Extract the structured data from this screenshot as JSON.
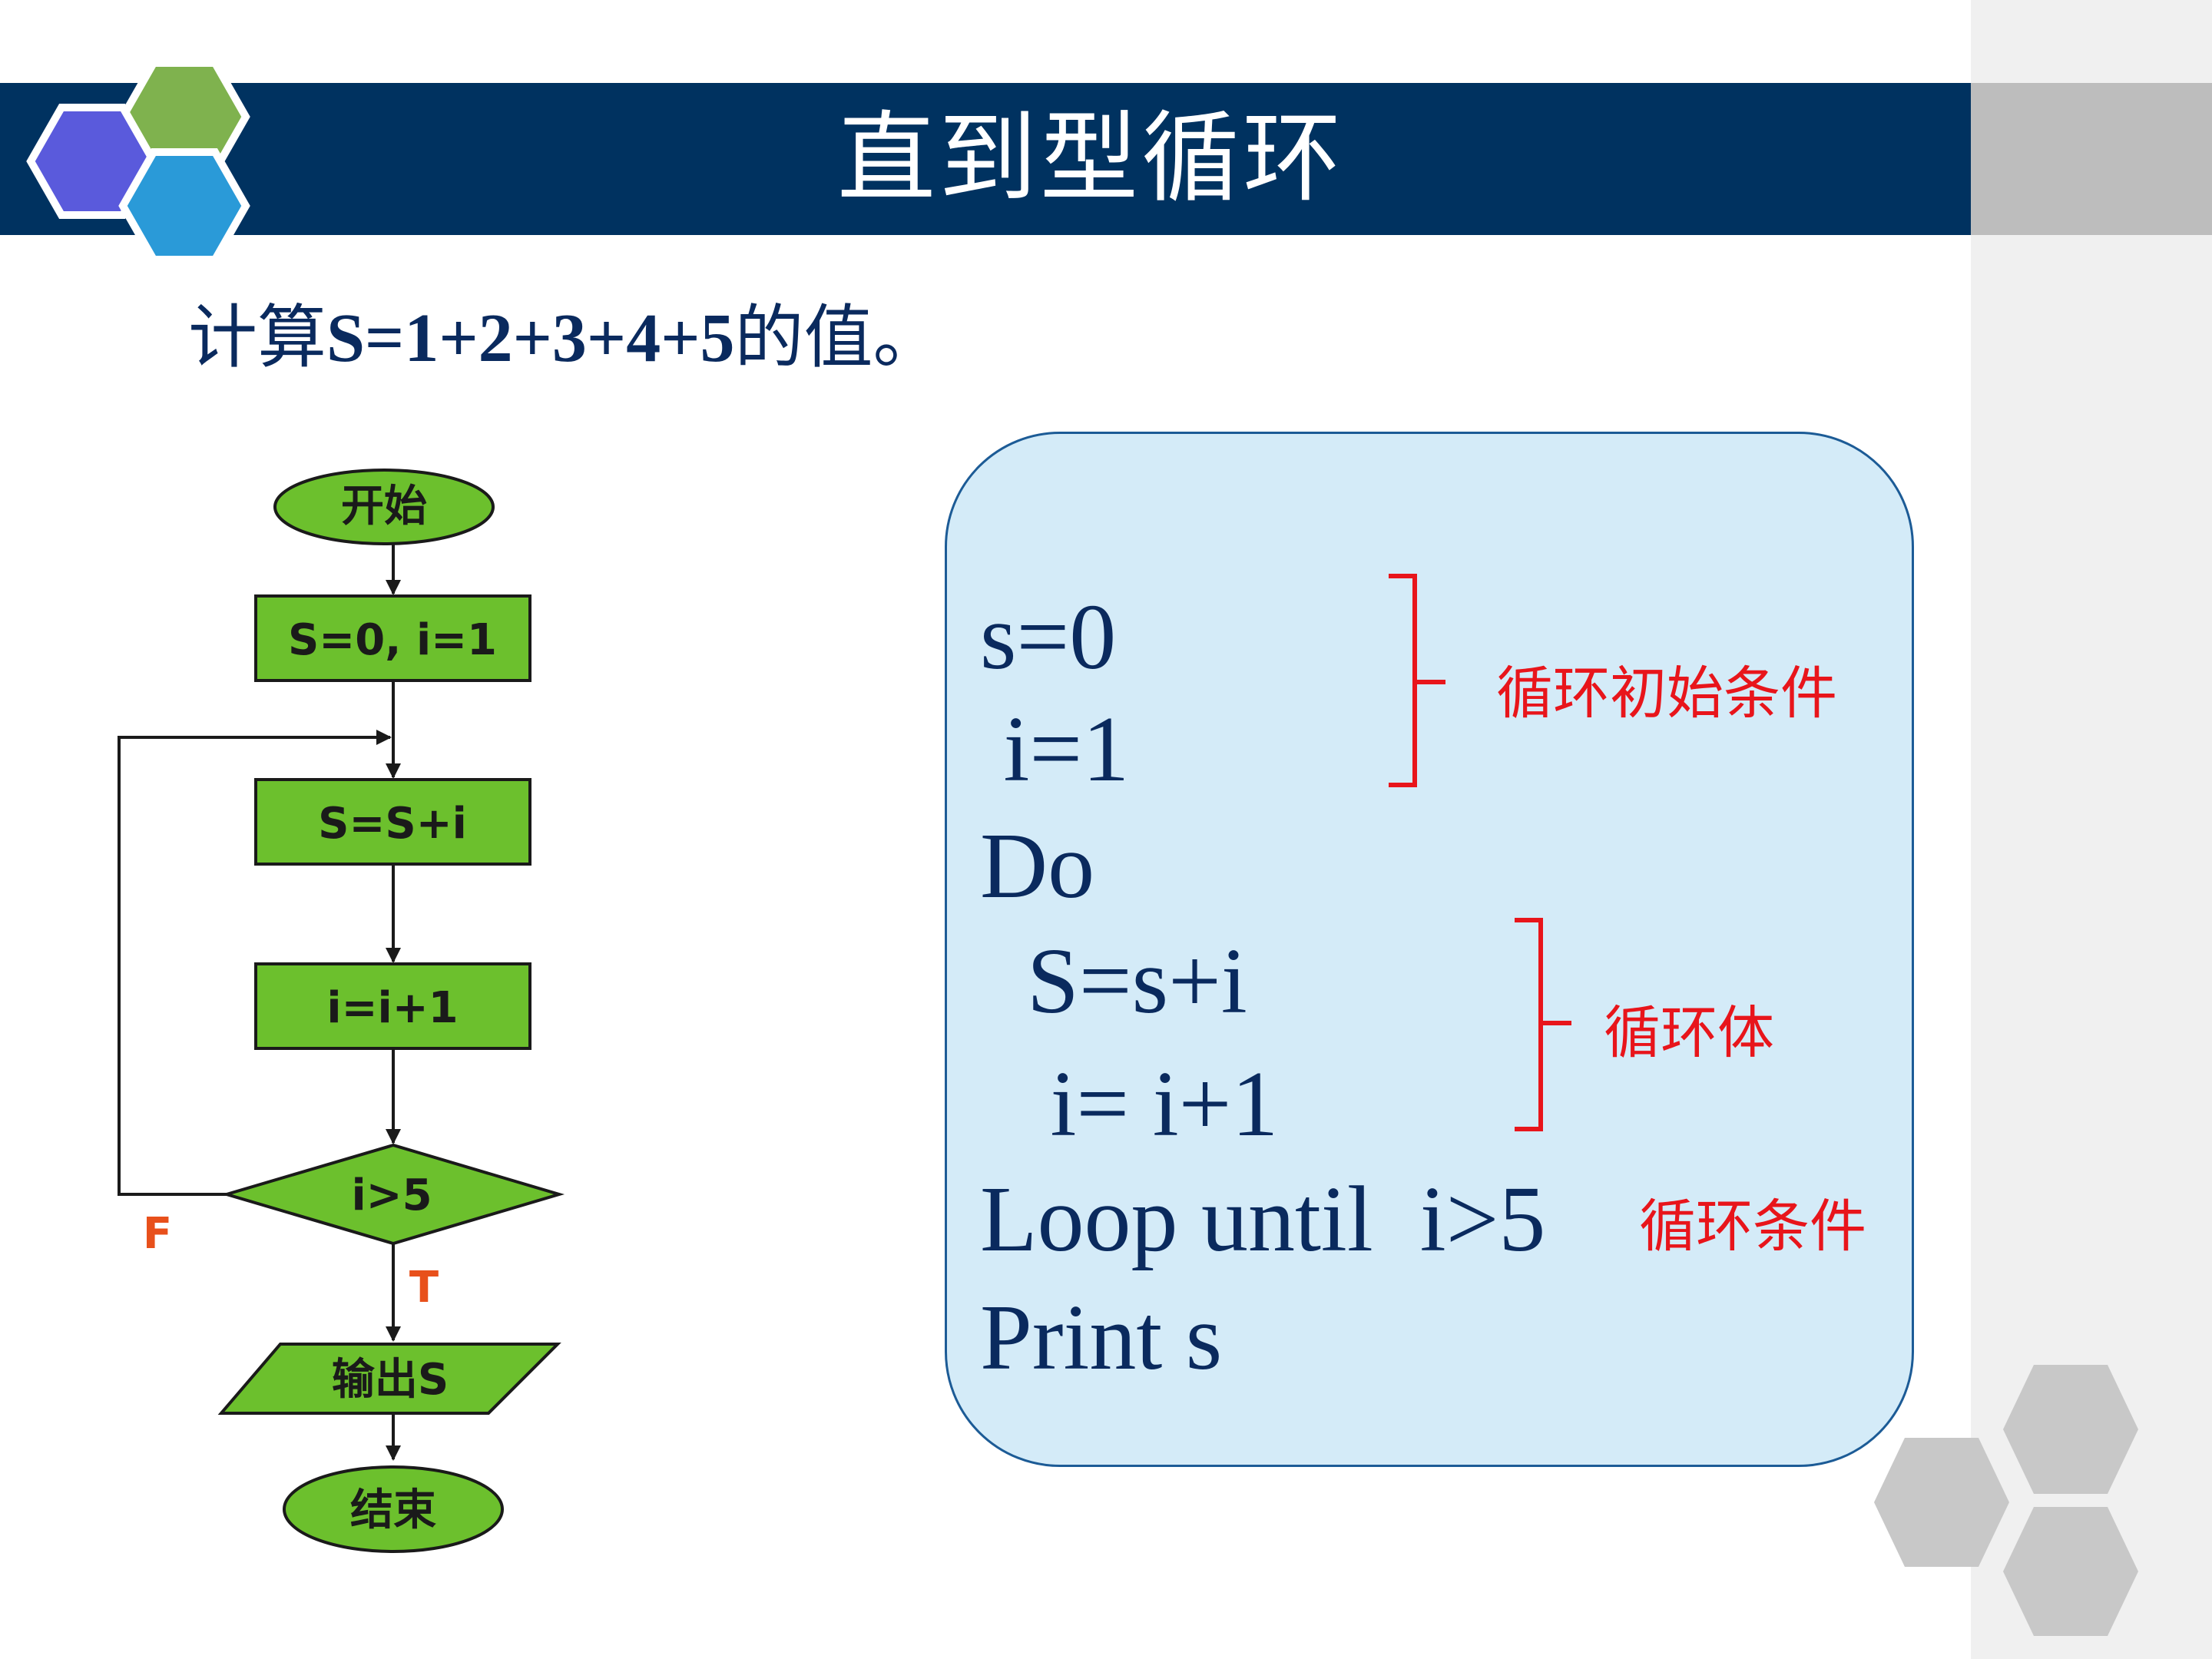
{
  "title": "直到型循环",
  "subtitle": {
    "prefix": "计算",
    "formula": "S=1+2+3+4+5",
    "suffix": "的值。"
  },
  "flowchart": {
    "start": "开始",
    "init": "S=0, i=1",
    "body1": "S=S+i",
    "body2": "i=i+1",
    "condition": "i>5",
    "false_label": "F",
    "true_label": "T",
    "output": "输出S",
    "end": "结束"
  },
  "code": {
    "lines": [
      "s=0",
      " i=1",
      "Do",
      "  S=s+i",
      "   i= i+1",
      "Loop until  i>5",
      "Print s"
    ],
    "notes": {
      "init": "循环初始条件",
      "body": "循环体",
      "condition": "循环条件"
    }
  },
  "colors": {
    "title_bar": "#003260",
    "flow_box": "#6cc02d",
    "code_box": "#d4ebf8",
    "note": "#e8151b",
    "text": "#0a2a5e"
  }
}
